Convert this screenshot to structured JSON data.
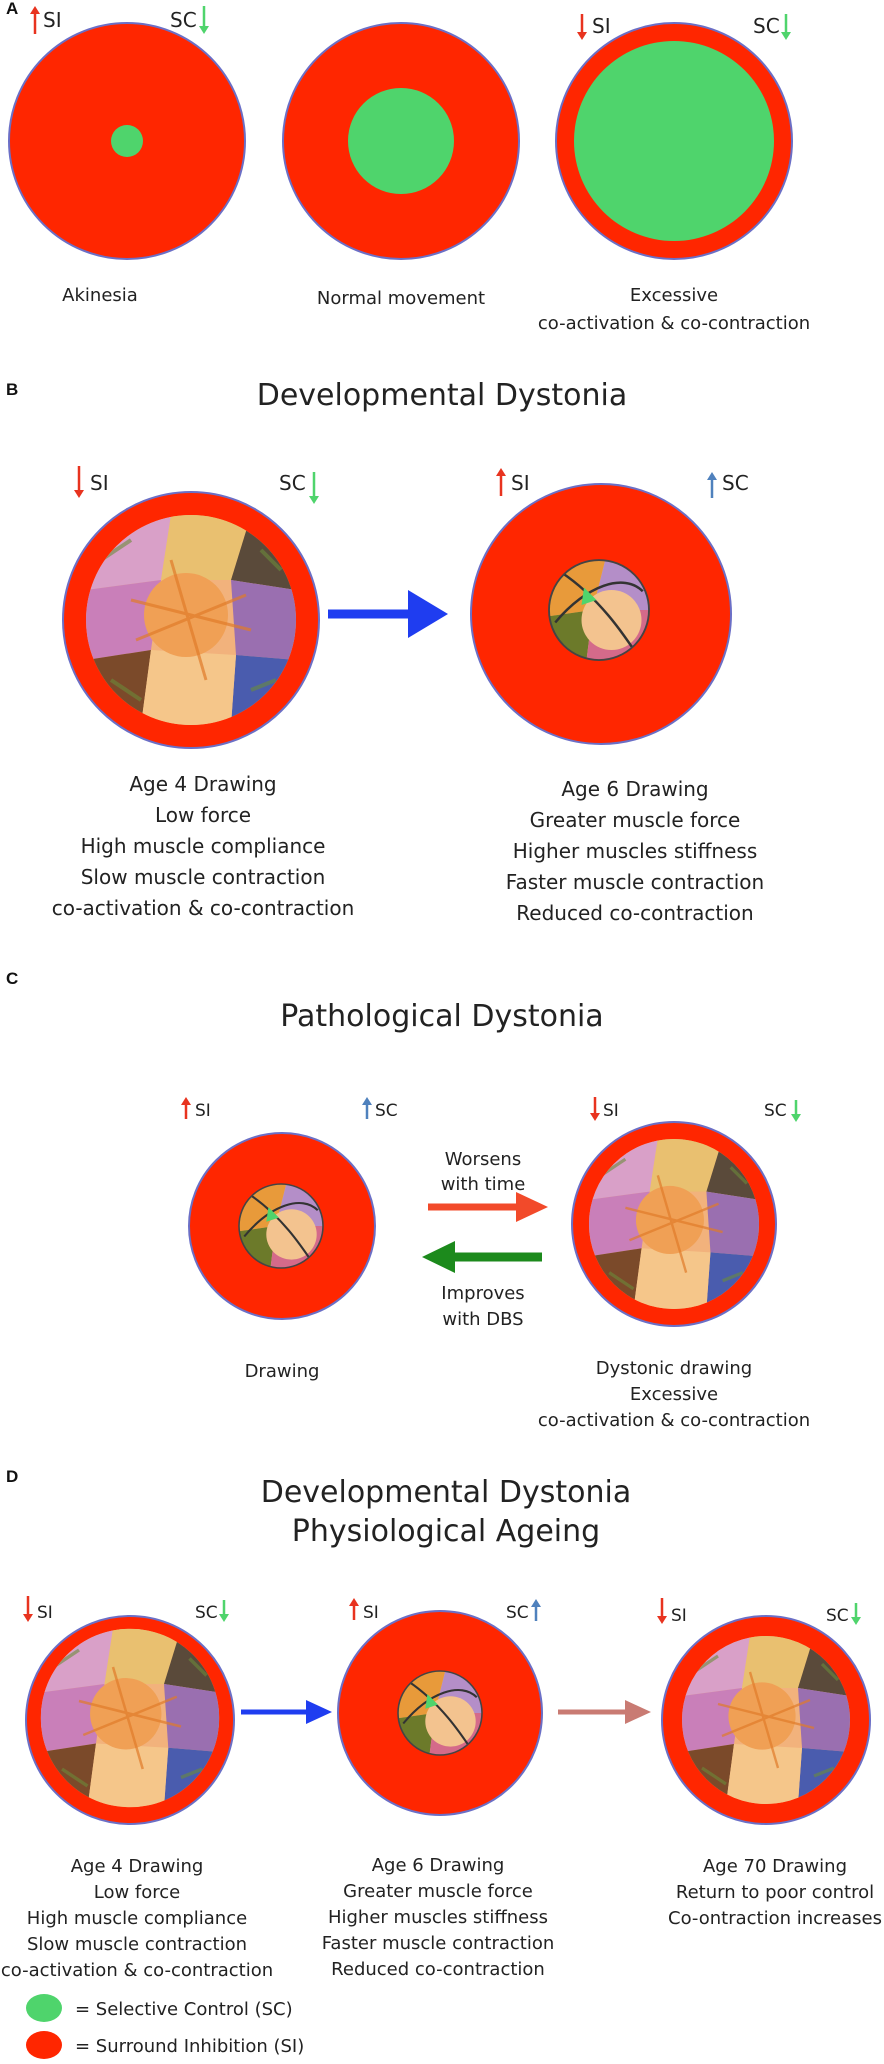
{
  "colors": {
    "surround_inhibition": "#ff2600",
    "selective_control": "#4fd46c",
    "circle_border": "#6b6fc6",
    "arrow_up_red": "#e8331f",
    "arrow_down_red": "#e8331f",
    "arrow_up_blue": "#4f81bd",
    "arrow_down_green": "#4fd46c",
    "arrow_blue": "#1f3df0",
    "arrow_red": "#f24a2a",
    "arrow_green": "#1c8a1c",
    "arrow_rose": "#c97b73"
  },
  "labels": {
    "si": "SI",
    "sc": "SC"
  },
  "panel_a": {
    "letter": "A",
    "captions": [
      "Akinesia",
      "Normal movement",
      "Excessive",
      "co-activation & co-contraction"
    ]
  },
  "panel_b": {
    "letter": "B",
    "title": "Developmental Dystonia",
    "left_caption": [
      "Age 4 Drawing",
      "Low force",
      "High muscle compliance",
      "Slow muscle contraction",
      "co-activation & co-contraction"
    ],
    "right_caption": [
      "Age 6 Drawing",
      "Greater muscle force",
      "Higher muscles stiffness",
      "Faster muscle contraction",
      "Reduced co-contraction"
    ]
  },
  "panel_c": {
    "letter": "C",
    "title": "Pathological Dystonia",
    "worsens": [
      "Worsens",
      "with time"
    ],
    "improves": [
      "Improves",
      "with DBS"
    ],
    "left_caption": "Drawing",
    "right_caption": [
      "Dystonic drawing",
      "Excessive",
      "co-activation & co-contraction"
    ]
  },
  "panel_d": {
    "letter": "D",
    "title": [
      "Developmental Dystonia",
      "Physiological Ageing"
    ],
    "left_caption": [
      "Age 4 Drawing",
      "Low force",
      "High muscle compliance",
      "Slow muscle contraction",
      "co-activation & co-contraction"
    ],
    "mid_caption": [
      "Age 6 Drawing",
      "Greater muscle force",
      "Higher muscles stiffness",
      "Faster muscle contraction",
      "Reduced co-contraction"
    ],
    "right_caption": [
      "Age 70 Drawing",
      "Return to poor control",
      "Co-ontraction increases"
    ]
  },
  "legend": {
    "sc": "= Selective Control (SC)",
    "si": "= Surround Inhibition (SI)"
  },
  "icons": [
    "arrow-up-icon",
    "arrow-down-icon",
    "right-arrow-icon",
    "left-arrow-icon"
  ]
}
